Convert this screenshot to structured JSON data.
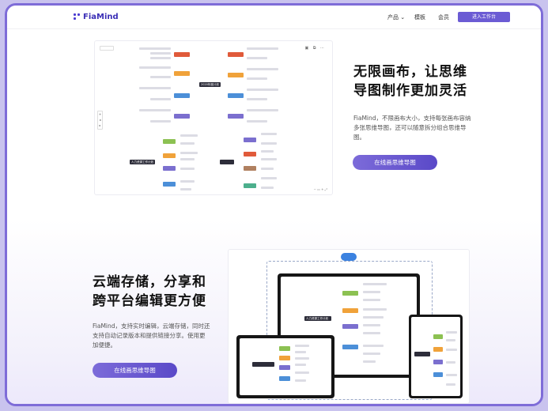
{
  "brand": {
    "name": "FiaMind"
  },
  "nav": {
    "product": "产品",
    "template": "模板",
    "member": "会员",
    "enter": "进入工作台"
  },
  "section1": {
    "title": "无限画布，让思维\n导图制作更加灵活",
    "desc": "FiaMind，不限画布大小，支持每张画布容纳\n多张思维导图，还可以随意拆分组合思维导\n图。",
    "button": "在线画思维导图"
  },
  "section2": {
    "title": "云端存储，分享和\n跨平台编辑更方便",
    "desc": "FiaMind，支持实时编辑，云端存储，同时还\n支持自动记录版本和提供链接分享。使用更\n加便捷。",
    "button": "在线画思维导图"
  },
  "mindmap": {
    "center": "2020年度计划",
    "hr_plan": "人力资源工作计划"
  },
  "colors": {
    "accent": "#6b5bd4",
    "red": "#e05a3a",
    "orange": "#f0a23a",
    "blue": "#4c8fd8",
    "purple": "#7b6fcf",
    "green": "#8cc152",
    "dark": "#2d2d3a"
  }
}
